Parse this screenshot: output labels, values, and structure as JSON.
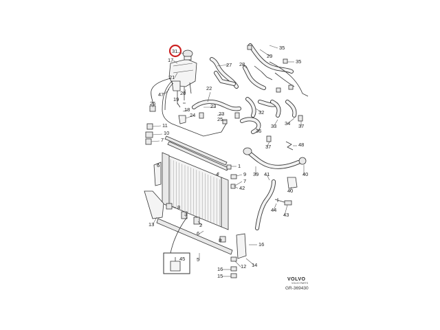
{
  "callouts": {
    "c1": "1",
    "c2": "2",
    "c3": "3",
    "c4": "4",
    "c5": "5",
    "c6": "6",
    "c6b": "6",
    "c7": "7",
    "c7b": "7",
    "c8": "8",
    "c8b": "8",
    "c9": "9",
    "c10": "10",
    "c11": "11",
    "c11b": "11",
    "c12": "12",
    "c13": "13",
    "c14": "14",
    "c15": "15",
    "c16": "16",
    "c16b": "16",
    "c17": "17",
    "c18": "18",
    "c19": "19",
    "c20": "20",
    "c21": "21",
    "c22": "22",
    "c23": "23",
    "c23b": "23",
    "c24": "24",
    "c25": "25",
    "c26": "26",
    "c27": "27",
    "c28": "28",
    "c29": "29",
    "c31": "31",
    "c32": "32",
    "c33": "33",
    "c34": "34",
    "c35": "35",
    "c35b": "35",
    "c36": "36",
    "c37": "37",
    "c37b": "37",
    "c39": "39",
    "c40": "40",
    "c40b": "40",
    "c41": "41",
    "c42": "42",
    "c43": "43",
    "c44": "44",
    "c45": "45",
    "c47": "47",
    "c48": "48"
  },
  "highlight_color": "#cc2222",
  "brand": {
    "name": "VOLVO",
    "subtitle": "VOLVO PARTS",
    "code": "GR-369430"
  }
}
